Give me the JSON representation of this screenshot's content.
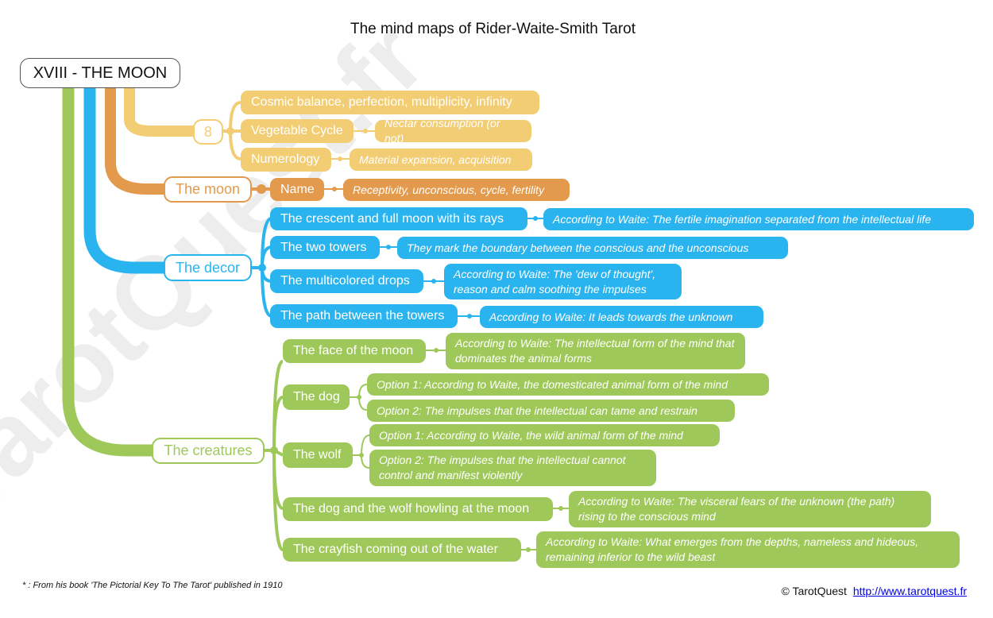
{
  "title": "The mind maps of Rider-Waite-Smith Tarot",
  "watermark": "TarotQuest.fr",
  "colors": {
    "yellow": "#f2cd73",
    "orange": "#e39a4d",
    "blue": "#2ab4ef",
    "green": "#9fc85a"
  },
  "root": "XVIII - THE MOON",
  "branches": {
    "number": {
      "label": "8",
      "cosmic": "Cosmic balance, perfection, multiplicity, infinity",
      "vegetable": "Vegetable Cycle",
      "vegetable_note": "Nectar consumption (or not)",
      "numerology": "Numerology",
      "numerology_note": "Material expansion, acquisition"
    },
    "moon": {
      "label": "The moon",
      "name": "Name",
      "name_note": "Receptivity, unconscious, cycle, fertility"
    },
    "decor": {
      "label": "The decor",
      "crescent": "The crescent and full moon with its rays",
      "crescent_note": "According to Waite: The fertile imagination separated from the intellectual life",
      "towers": "The two towers",
      "towers_note": "They mark the boundary between the conscious and the unconscious",
      "drops": "The multicolored drops",
      "drops_note": "According to Waite: The 'dew of thought', reason and calm soothing the impulses",
      "path": "The path between the towers",
      "path_note": "According to Waite: It leads towards the unknown"
    },
    "creatures": {
      "label": "The creatures",
      "face": "The face of the moon",
      "face_note": "According to Waite: The intellectual form of the mind that dominates the animal forms",
      "dog": "The dog",
      "dog_opt1": "Option 1: According to Waite, the domesticated animal form of the mind",
      "dog_opt2": "Option 2: The impulses that the intellectual can tame and restrain",
      "wolf": "The wolf",
      "wolf_opt1": "Option 1: According to Waite, the wild animal form of the mind",
      "wolf_opt2": "Option 2: The impulses that the intellectual cannot control and manifest violently",
      "howling": "The dog and the wolf howling at the moon",
      "howling_note": "According to Waite: The visceral fears of the unknown (the path) rising to the conscious mind",
      "crayfish": "The crayfish coming out of the water",
      "crayfish_note": "According to Waite: What emerges from the depths, nameless and hideous, remaining inferior to the wild beast"
    }
  },
  "footnote": "* : From his book 'The Pictorial Key To The Tarot' published in 1910",
  "copyright": "© TarotQuest",
  "link": "http://www.tarotquest.fr"
}
